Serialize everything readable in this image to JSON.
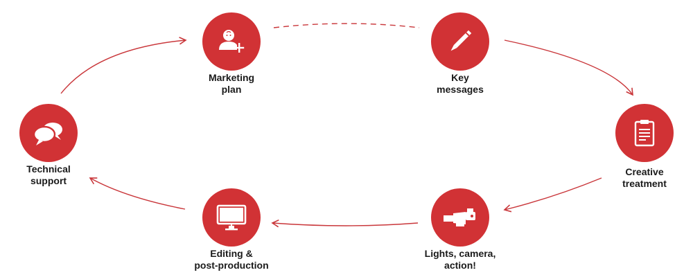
{
  "diagram": {
    "accent_color": "#d13235",
    "line_color": "#c9363a",
    "steps": [
      {
        "id": "marketing",
        "icon": "person-add-icon",
        "line1": "Marketing",
        "line2": "plan"
      },
      {
        "id": "key",
        "icon": "pen-icon",
        "line1": "Key",
        "line2": "messages"
      },
      {
        "id": "creative",
        "icon": "clipboard-icon",
        "line1": "Creative",
        "line2": "treatment"
      },
      {
        "id": "lights",
        "icon": "video-camera-icon",
        "line1": "Lights, camera,",
        "line2": "action!"
      },
      {
        "id": "editing",
        "icon": "monitor-icon",
        "line1": "Editing &",
        "line2": "post-production"
      },
      {
        "id": "technical",
        "icon": "chat-bubbles-icon",
        "line1": "Technical",
        "line2": "support"
      }
    ]
  }
}
